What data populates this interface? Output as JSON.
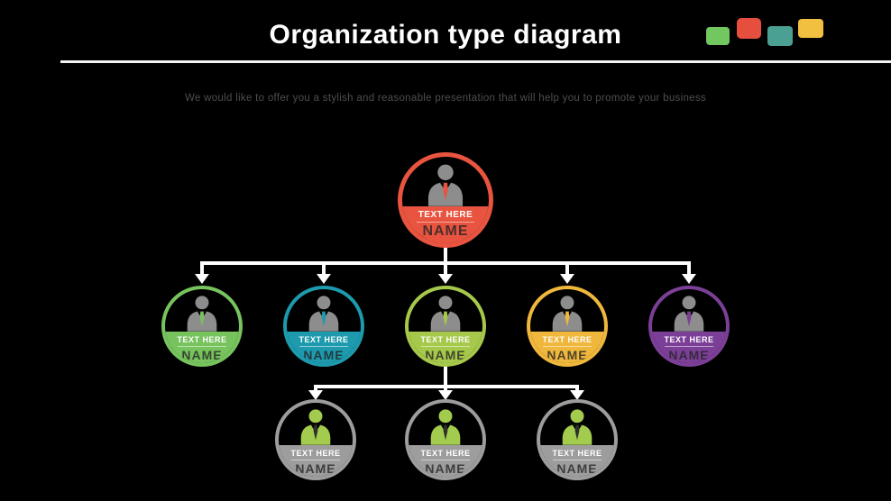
{
  "slide": {
    "title": "Organization type diagram",
    "subtitle": "We would like to offer you a stylish and reasonable presentation that will help you to promote your business",
    "background_color": "#000000",
    "underline_color": "#f2f2f2"
  },
  "decor": {
    "squares": [
      {
        "name": "green-square",
        "color": "#72c761"
      },
      {
        "name": "red-square",
        "color": "#e64f3e"
      },
      {
        "name": "teal-square",
        "color": "#4aa092"
      },
      {
        "name": "yellow-square",
        "color": "#f2c040"
      }
    ]
  },
  "org_chart": {
    "connector_color": "#ffffff",
    "nodes": [
      {
        "id": "top",
        "level": 1,
        "label": "TEXT HERE",
        "person": "NAME",
        "ring_color": "#e85440",
        "icon": "person-icon",
        "icon_color": "#8d8d8d",
        "tie_color": "#e85440",
        "reports_to": null
      },
      {
        "id": "l2-1",
        "level": 2,
        "label": "TEXT HERE",
        "person": "NAME",
        "ring_color": "#77c35e",
        "icon": "person-icon",
        "icon_color": "#8d8d8d",
        "tie_color": "#77c35e",
        "reports_to": "top"
      },
      {
        "id": "l2-2",
        "level": 2,
        "label": "TEXT HERE",
        "person": "NAME",
        "ring_color": "#1d9aad",
        "icon": "person-icon",
        "icon_color": "#8d8d8d",
        "tie_color": "#1d9aad",
        "reports_to": "top"
      },
      {
        "id": "l2-3",
        "level": 2,
        "label": "TEXT HERE",
        "person": "NAME",
        "ring_color": "#a6c84b",
        "icon": "person-icon",
        "icon_color": "#8d8d8d",
        "tie_color": "#a6c84b",
        "reports_to": "top"
      },
      {
        "id": "l2-4",
        "level": 2,
        "label": "TEXT HERE",
        "person": "NAME",
        "ring_color": "#efb73c",
        "icon": "person-icon",
        "icon_color": "#8d8d8d",
        "tie_color": "#efb73c",
        "reports_to": "top"
      },
      {
        "id": "l2-5",
        "level": 2,
        "label": "TEXT HERE",
        "person": "NAME",
        "ring_color": "#7c3f98",
        "icon": "person-icon",
        "icon_color": "#8d8d8d",
        "tie_color": "#7c3f98",
        "reports_to": "top"
      },
      {
        "id": "l3-1",
        "level": 3,
        "label": "TEXT HERE",
        "person": "NAME",
        "ring_color": "#9d9d9d",
        "icon": "person-icon",
        "icon_color": "#a3cb4d",
        "tie_color": "#2e2e2e",
        "reports_to": "l2-3"
      },
      {
        "id": "l3-2",
        "level": 3,
        "label": "TEXT HERE",
        "person": "NAME",
        "ring_color": "#9d9d9d",
        "icon": "person-icon",
        "icon_color": "#a3cb4d",
        "tie_color": "#2e2e2e",
        "reports_to": "l2-3"
      },
      {
        "id": "l3-3",
        "level": 3,
        "label": "TEXT HERE",
        "person": "NAME",
        "ring_color": "#9d9d9d",
        "icon": "person-icon",
        "icon_color": "#a3cb4d",
        "tie_color": "#2e2e2e",
        "reports_to": "l2-3"
      }
    ]
  }
}
